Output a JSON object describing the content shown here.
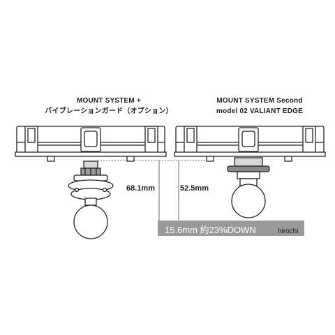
{
  "left_title": [
    "MOUNT SYSTEM +",
    "バイブレーションガード（オプション）"
  ],
  "right_title": [
    "MOUNT SYSTEM Second",
    "model 02 VALIANT EDGE"
  ],
  "dimensions": {
    "left": "68.1mm",
    "right": "52.5mm"
  },
  "reduction_label": "15.6mm 約23%DOWN",
  "brand": "hirochi",
  "colors": {
    "band": "#9a9a9a",
    "line": "#222222",
    "metal": "#d9d9d9",
    "dark_metal": "#8a8a8a"
  }
}
